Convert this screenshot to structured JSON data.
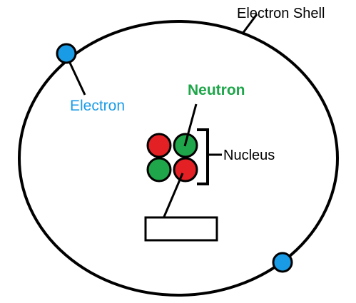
{
  "labels": {
    "electron_shell": "Electron Shell",
    "electron": "Electron",
    "neutron": "Neutron",
    "nucleus": "Nucleus",
    "answer_box": ""
  },
  "colors": {
    "electron": "#1a9be6",
    "neutron": "#1fa64a",
    "proton": "#e32125",
    "outline": "#000000",
    "background": "#ffffff"
  }
}
